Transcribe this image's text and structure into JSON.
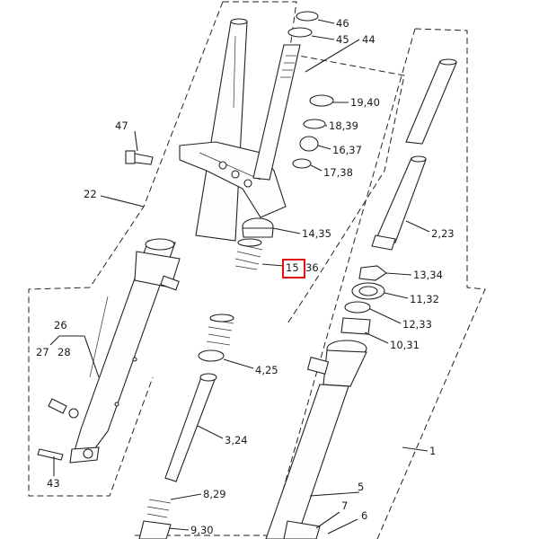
{
  "diagram": {
    "callouts": [
      {
        "id": "c46",
        "text": "46"
      },
      {
        "id": "c45",
        "text": "45"
      },
      {
        "id": "c44",
        "text": "44"
      },
      {
        "id": "c1940",
        "text": "19,40"
      },
      {
        "id": "c1839",
        "text": "18,39"
      },
      {
        "id": "c1637",
        "text": "16,37"
      },
      {
        "id": "c1738",
        "text": "17,38"
      },
      {
        "id": "c47",
        "text": "47"
      },
      {
        "id": "c22",
        "text": "22"
      },
      {
        "id": "c1435",
        "text": "14,35"
      },
      {
        "id": "c223",
        "text": "2,23"
      },
      {
        "id": "c15",
        "text": "15"
      },
      {
        "id": "c36",
        "text": "36"
      },
      {
        "id": "c1334",
        "text": "13,34"
      },
      {
        "id": "c1132",
        "text": "11,32"
      },
      {
        "id": "c26",
        "text": "26"
      },
      {
        "id": "c27",
        "text": "27"
      },
      {
        "id": "c28",
        "text": "28"
      },
      {
        "id": "c1233",
        "text": "12,33"
      },
      {
        "id": "c1031",
        "text": "10,31"
      },
      {
        "id": "c425",
        "text": "4,25"
      },
      {
        "id": "c324",
        "text": "3,24"
      },
      {
        "id": "c1",
        "text": "1"
      },
      {
        "id": "c43",
        "text": "43"
      },
      {
        "id": "c5",
        "text": "5"
      },
      {
        "id": "c829",
        "text": "8,29"
      },
      {
        "id": "c7",
        "text": "7"
      },
      {
        "id": "c6",
        "text": "6"
      },
      {
        "id": "c930",
        "text": "9,30"
      }
    ],
    "highlight": {
      "target": "15",
      "color": "#e01010"
    }
  }
}
